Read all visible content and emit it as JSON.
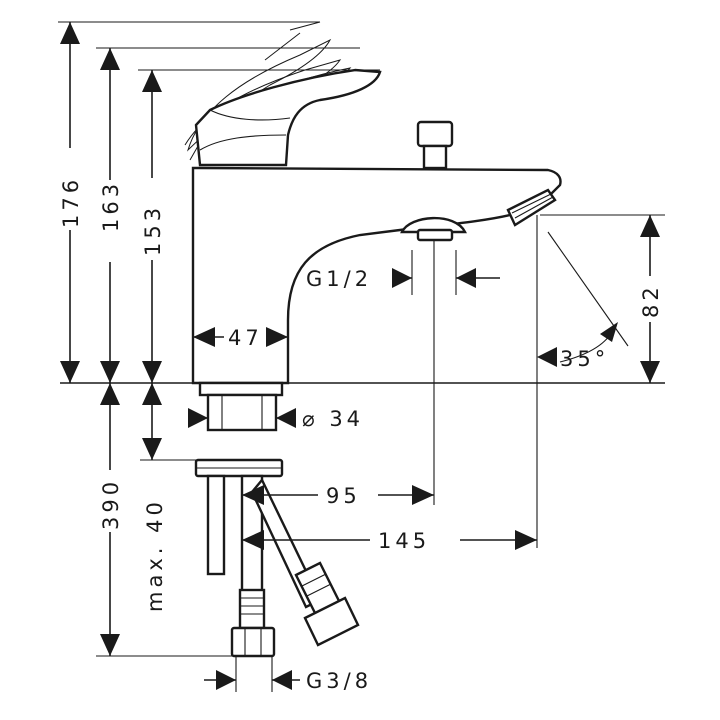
{
  "dimensions": {
    "height_total": "176",
    "height_spout_top": "163",
    "height_body": "153",
    "body_width": "47",
    "inlet_thread": "G1/2",
    "projection_height": "82",
    "spout_angle": "35°",
    "shank_diameter": "⌀ 34",
    "hose_length": "390",
    "deck_thickness": "max. 40",
    "outlet_distance": "95",
    "spout_reach": "145",
    "hose_thread": "G3/8"
  },
  "colors": {
    "ink": "#1a1a1a",
    "background": "#ffffff"
  }
}
